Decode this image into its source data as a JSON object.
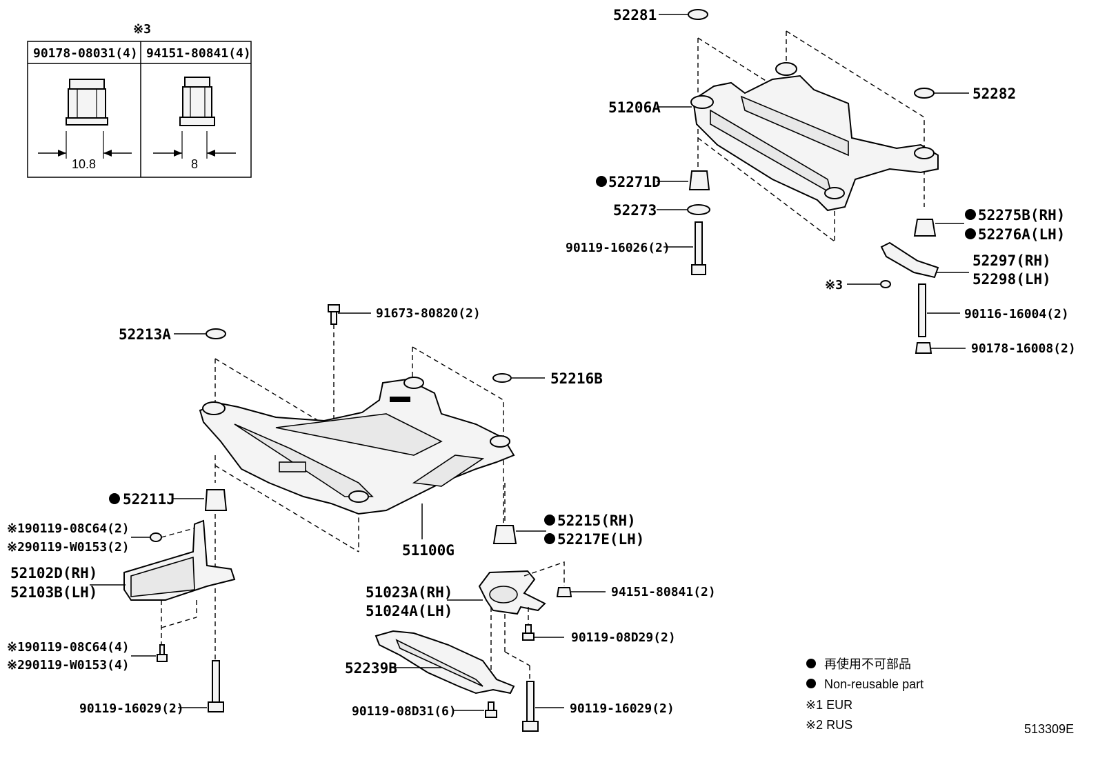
{
  "table": {
    "note": "※3",
    "col1": "90178-08031(4)",
    "col2": "94151-80841(4)",
    "dim1": "10.8",
    "dim2": "8"
  },
  "labels": {
    "p52281": "52281",
    "p52282": "52282",
    "p51206A": "51206A",
    "p52271D": "52271D",
    "p52273": "52273",
    "p90119_16026": "90119-16026(2)",
    "p52275B": "52275B(RH)",
    "p52276A": "52276A(LH)",
    "p52297": "52297(RH)",
    "p52298": "52298(LH)",
    "note3": "※3",
    "p90116_16004": "90116-16004(2)",
    "p90178_16008": "90178-16008(2)",
    "p91673_80820": "91673-80820(2)",
    "p52213A": "52213A",
    "p52216B": "52216B",
    "p52211J": "52211J",
    "p90119_08C64_2": "※190119-08C64(2)",
    "p90119_W0153_2": "※290119-W0153(2)",
    "p52102D": "52102D(RH)",
    "p52103B": "52103B(LH)",
    "p52215": "52215(RH)",
    "p52217E": "52217E(LH)",
    "p51100G": "51100G",
    "p51023A": "51023A(RH)",
    "p51024A": "51024A(LH)",
    "p94151_80841": "94151-80841(2)",
    "p90119_08D29": "90119-08D29(2)",
    "p90119_08C64_4": "※190119-08C64(4)",
    "p90119_W0153_4": "※290119-W0153(4)",
    "p52239B": "52239B",
    "p90119_16029_left": "90119-16029(2)",
    "p90119_08D31": "90119-08D31(6)",
    "p90119_16029_right": "90119-16029(2)"
  },
  "legend": {
    "jp": "再使用不可部品",
    "en": "Non-reusable part",
    "n1": "※1 EUR",
    "n2": "※2 RUS"
  },
  "ref_code": "513309E"
}
